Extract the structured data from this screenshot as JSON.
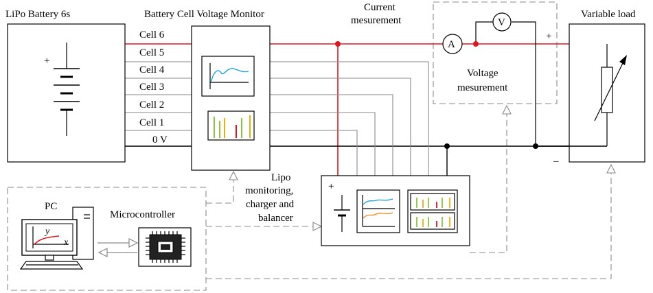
{
  "title": "",
  "colors": {
    "positive_wire": "#e0141e",
    "cell_wire": "#8a8a8a",
    "ground_wire": "#000000",
    "signal_dashed": "#8a8a8a",
    "trace_blue": "#1aa0d8",
    "trace_orange": "#f08a1e"
  },
  "blocks": {
    "battery": {
      "label": "LiPo Battery 6s",
      "plus": "+"
    },
    "monitor": {
      "label": "Battery Cell Voltage Monitor"
    },
    "current": {
      "label_line1": "Current",
      "label_line2": "mesurement",
      "meter": "A"
    },
    "voltage": {
      "label_line1": "Voltage",
      "label_line2": "mesurement",
      "meter": "V"
    },
    "load": {
      "label": "Variable load",
      "plus": "+",
      "minus": "–"
    },
    "charger": {
      "label_line1": "Lipo",
      "label_line2": "monitoring,",
      "label_line3": "charger and",
      "label_line4": "balancer",
      "plus": "+"
    },
    "pc": {
      "label": "PC",
      "axis_y": "y",
      "axis_x": "x"
    },
    "mcu": {
      "label": "Microcontroller"
    }
  },
  "wires": {
    "cells": [
      "Cell 6",
      "Cell 5",
      "Cell 4",
      "Cell 3",
      "Cell 2",
      "Cell 1",
      "0 V"
    ]
  },
  "icons": [
    "battery-symbol-icon",
    "variable-resistor-icon",
    "chip-icon",
    "computer-icon",
    "bidirectional-arrow-icon",
    "ammeter-icon",
    "voltmeter-icon"
  ]
}
